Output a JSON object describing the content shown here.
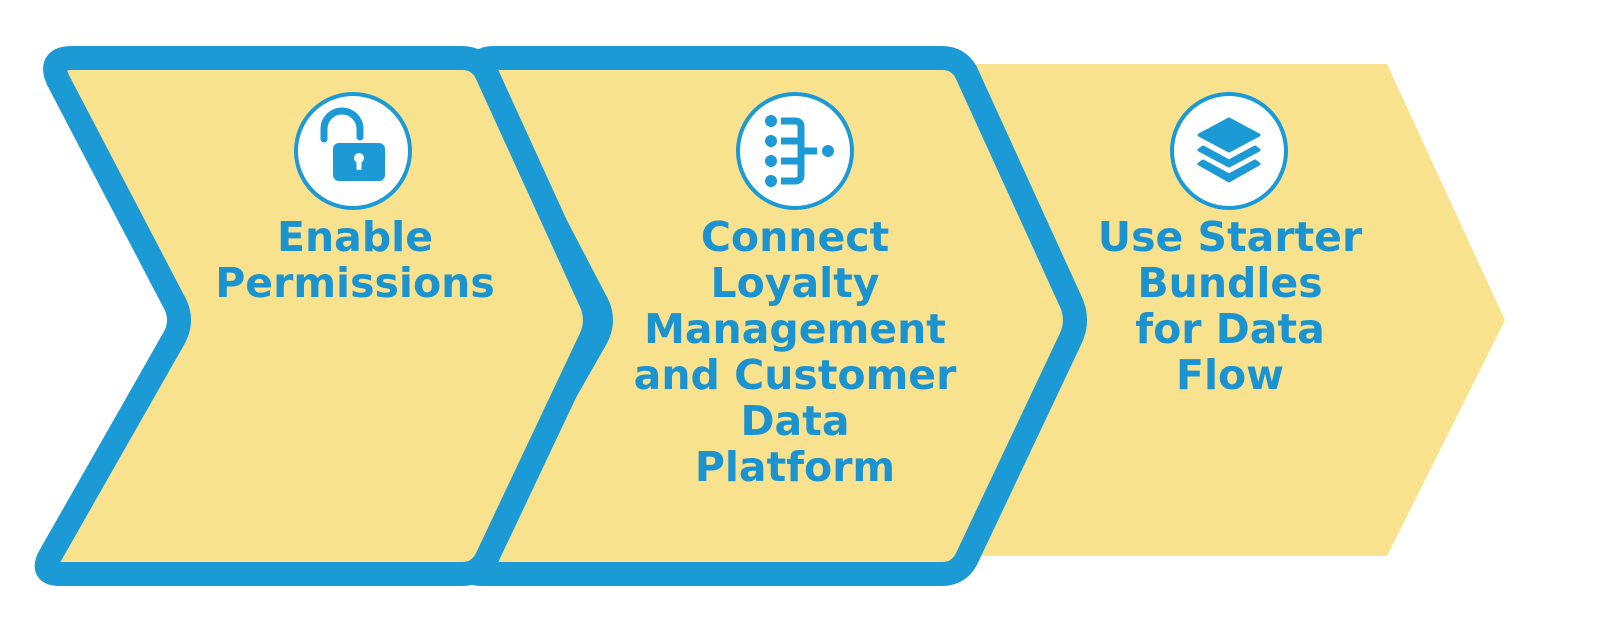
{
  "colors": {
    "fill": "#f8e28e",
    "border": "#1b9ad6",
    "text": "#1b93d1",
    "icon_bg": "#ffffff"
  },
  "steps": [
    {
      "lines": [
        "Enable",
        "Permissions"
      ],
      "icon": "unlocked-padlock-icon",
      "state": "highlighted"
    },
    {
      "lines": [
        "Connect",
        "Loyalty",
        "Management",
        "and Customer",
        "Data",
        "Platform"
      ],
      "icon": "data-flow-icon",
      "state": "highlighted"
    },
    {
      "lines": [
        "Use Starter",
        "Bundles",
        "for Data",
        "Flow"
      ],
      "icon": "layers-icon",
      "state": "plain"
    }
  ]
}
